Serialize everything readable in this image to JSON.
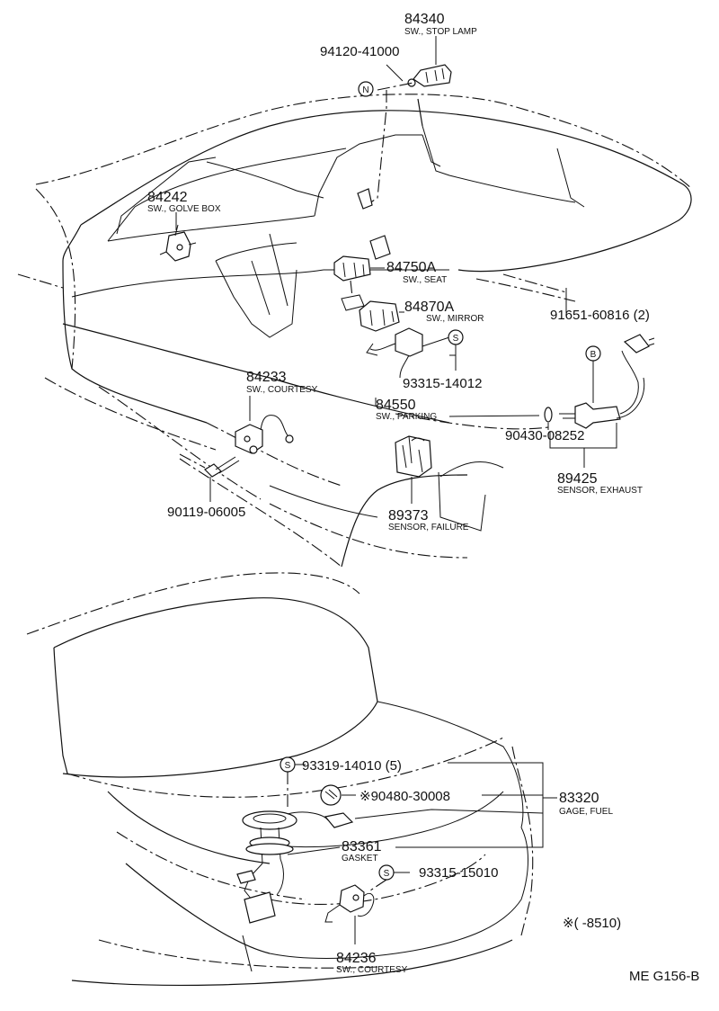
{
  "parts": {
    "p84340": {
      "number": "84340",
      "desc": "SW., STOP LAMP"
    },
    "p94120": {
      "number": "94120-41000"
    },
    "p84242": {
      "number": "84242",
      "desc": "SW., GOLVE BOX"
    },
    "p84750": {
      "number": "84750A",
      "desc": "SW., SEAT"
    },
    "p84870": {
      "number": "84870A",
      "desc": "SW., MIRROR"
    },
    "p91651": {
      "number": "91651-60816 (2)"
    },
    "p93315a": {
      "number": "93315-14012"
    },
    "p84233": {
      "number": "84233",
      "desc": "SW., COURTESY"
    },
    "p84550": {
      "number": "84550",
      "desc": "SW., PARKING"
    },
    "p90430": {
      "number": "90430-08252"
    },
    "p89425": {
      "number": "89425",
      "desc": "SENSOR, EXHAUST"
    },
    "p90119": {
      "number": "90119-06005"
    },
    "p89373": {
      "number": "89373",
      "desc": "SENSOR, FAILURE"
    },
    "p93319": {
      "number": "93319-14010 (5)"
    },
    "p90480": {
      "number": "※90480-30008"
    },
    "p83320": {
      "number": "83320",
      "desc": "GAGE, FUEL"
    },
    "p83361": {
      "number": "83361",
      "desc": "GASKET"
    },
    "p93315b": {
      "number": "93315-15010"
    },
    "p84236": {
      "number": "84236",
      "desc": "SW., COURTESY"
    }
  },
  "markers": {
    "n": "N",
    "b": "B",
    "s": "S"
  },
  "note": "※(      -8510)",
  "diagram_code": "ME G156-B"
}
